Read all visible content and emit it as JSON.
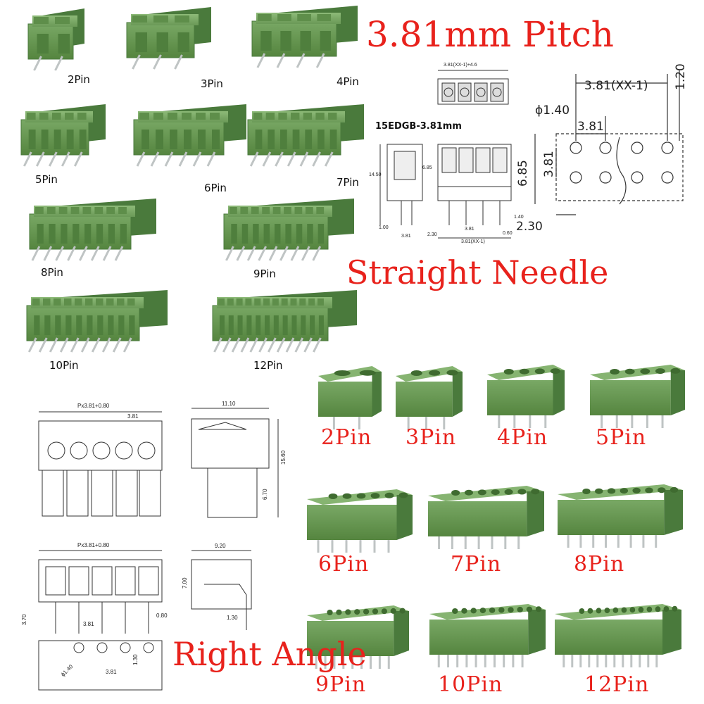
{
  "title": "3.81mm Pitch",
  "straight_caption": "Straight Needle",
  "right_angle_caption": "Right Angle",
  "colors": {
    "accent_red": "#e8221c",
    "connector_green": "#6f9e5b",
    "connector_dark": "#4a7a3c",
    "pin_metal": "#bfc4c4"
  },
  "straight_labels": [
    "2Pin",
    "3Pin",
    "4Pin",
    "5Pin",
    "6Pin",
    "7Pin",
    "8Pin",
    "9Pin",
    "10Pin",
    "12Pin"
  ],
  "right_labels": [
    "2Pin",
    "3Pin",
    "4Pin",
    "5Pin",
    "6Pin",
    "7Pin",
    "8Pin",
    "9Pin",
    "10Pin",
    "12Pin"
  ],
  "straight_drawing": {
    "model": "15EDGB-3.81mm",
    "top_dim": "3.81(XX-1)+4.6",
    "side_dim": "14.50",
    "side_dim2": "6.85",
    "bottom_dims": [
      "1.00",
      "2.30",
      "3.81",
      "3.81(XX-1)",
      "0.60",
      "3.81"
    ],
    "right_dim": "1.40"
  },
  "hole_drawing": {
    "pitch_total": "3.81(XX-1)",
    "edge": "1.20",
    "hole_dia": "ϕ1.40",
    "pitch": "3.81",
    "row_height": "6.85",
    "row_pitch": "3.81",
    "bottom": "2.30"
  },
  "right_drawing": {
    "top_width": "Px3.81+0.80",
    "top_pitch": "3.81",
    "side_depth": "11.10",
    "side_height": "15.60",
    "side_lower": "6.70",
    "mid_width": "Px3.81+0.80",
    "mid_side_depth": "9.20",
    "mid_side_height": "7.00",
    "pin_len": "3.70",
    "pin_pitch": "3.81",
    "pin_dia": "0.80",
    "side_pin": "1.30",
    "hole_dia": "ϕ1.40",
    "hole_pitch": "3.81",
    "hole_offset": "1.30"
  }
}
